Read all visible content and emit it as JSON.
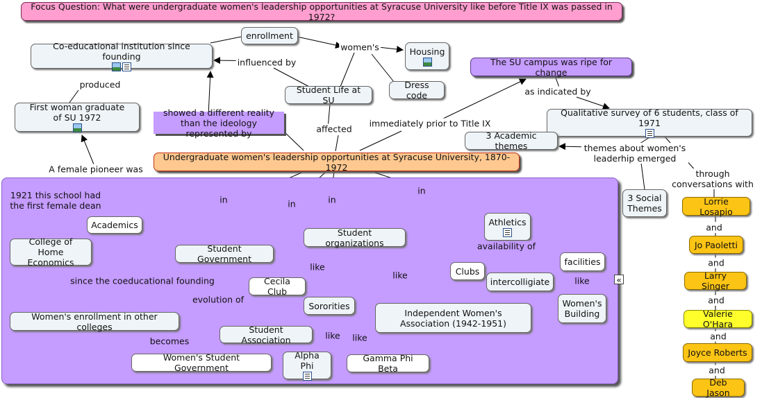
{
  "focus_question": "Focus Question: What were undergraduate women's leadership opportunities at Syracuse University like before Title IX was passed in 1972?",
  "nodes": {
    "coed": "Co-educational institution since founding",
    "enrollment": "enrollment",
    "housing": "Housing",
    "dress_code": "Dress code",
    "student_life": "Student Life at SU",
    "first_grad": "First woman graduate of SU 1972",
    "ripe": "The SU campus was ripe for change",
    "survey": "Qualitative survey of 6 students, class of 1971",
    "academic_themes": "3 Academic themes",
    "social_themes": "3 Social Themes",
    "main": "Undergraduate women's leadership opportunities at Syracuse University, 1870-1972",
    "academics": "Academics",
    "home_ec": "College of Home Economics",
    "other_colleges": "Women's enrollment in other colleges",
    "student_gov": "Student Government",
    "student_assoc": "Student Association",
    "womens_gov": "Women's Student Government",
    "student_orgs": "Student organizations",
    "cecila": "Cecila Club",
    "sororities": "Sororities",
    "alpha_phi": "Alpha Phi",
    "gamma_phi": "Gamma Phi Beta",
    "iwa": "Independent Women's Association (1942-1951)",
    "athletics": "Athletics",
    "clubs": "Clubs",
    "intercollegiate": "intercolligiate",
    "facilities": "facilities",
    "womens_building": "Women's Building"
  },
  "students": [
    "Lorrie Losapio",
    "Jo Paoletti",
    "Larry Singer",
    "Valerie O'Hara",
    "Joyce Roberts",
    "Deb Jason"
  ],
  "linking_phrases": {
    "womens": "women's",
    "influenced_by": "influenced by",
    "produced": "produced",
    "showed_different": "showed a different reality than the ideology represented by",
    "affected": "affected",
    "immediately_prior": "immediately prior to Title IX",
    "as_indicated_by": "as indicated by",
    "themes_about": "themes about women's leaderhip emerged",
    "through_conversations": "through conversations with",
    "female_pioneer": "A female pioneer was",
    "in_1": "in",
    "in_2": "in",
    "in_3": "in",
    "in_4": "in",
    "dean_1921": "1921 this school had the first female dean",
    "since_coed": "since the coeducational founding",
    "evolution_of": "evolution of",
    "becomes": "becomes",
    "like_cecila": "like",
    "like_orgs": "like",
    "like_alpha": "like",
    "like_gamma": "like",
    "availability_of": "availability of",
    "like_facilities": "like",
    "and_1": "and",
    "and_2": "and",
    "and_3": "and",
    "and_4": "and",
    "and_5": "and"
  },
  "icons": [
    "image-icon",
    "document-icon",
    "collapse-icon"
  ],
  "colors": {
    "focus_question_bg": "#ff9ecf",
    "main_concept_bg": "#ffc890",
    "group_bg": "#c59cff",
    "concept_bg": "#eef4f7",
    "student_bg": "#fcc414",
    "highlight_student_bg": "#ffff2c"
  }
}
